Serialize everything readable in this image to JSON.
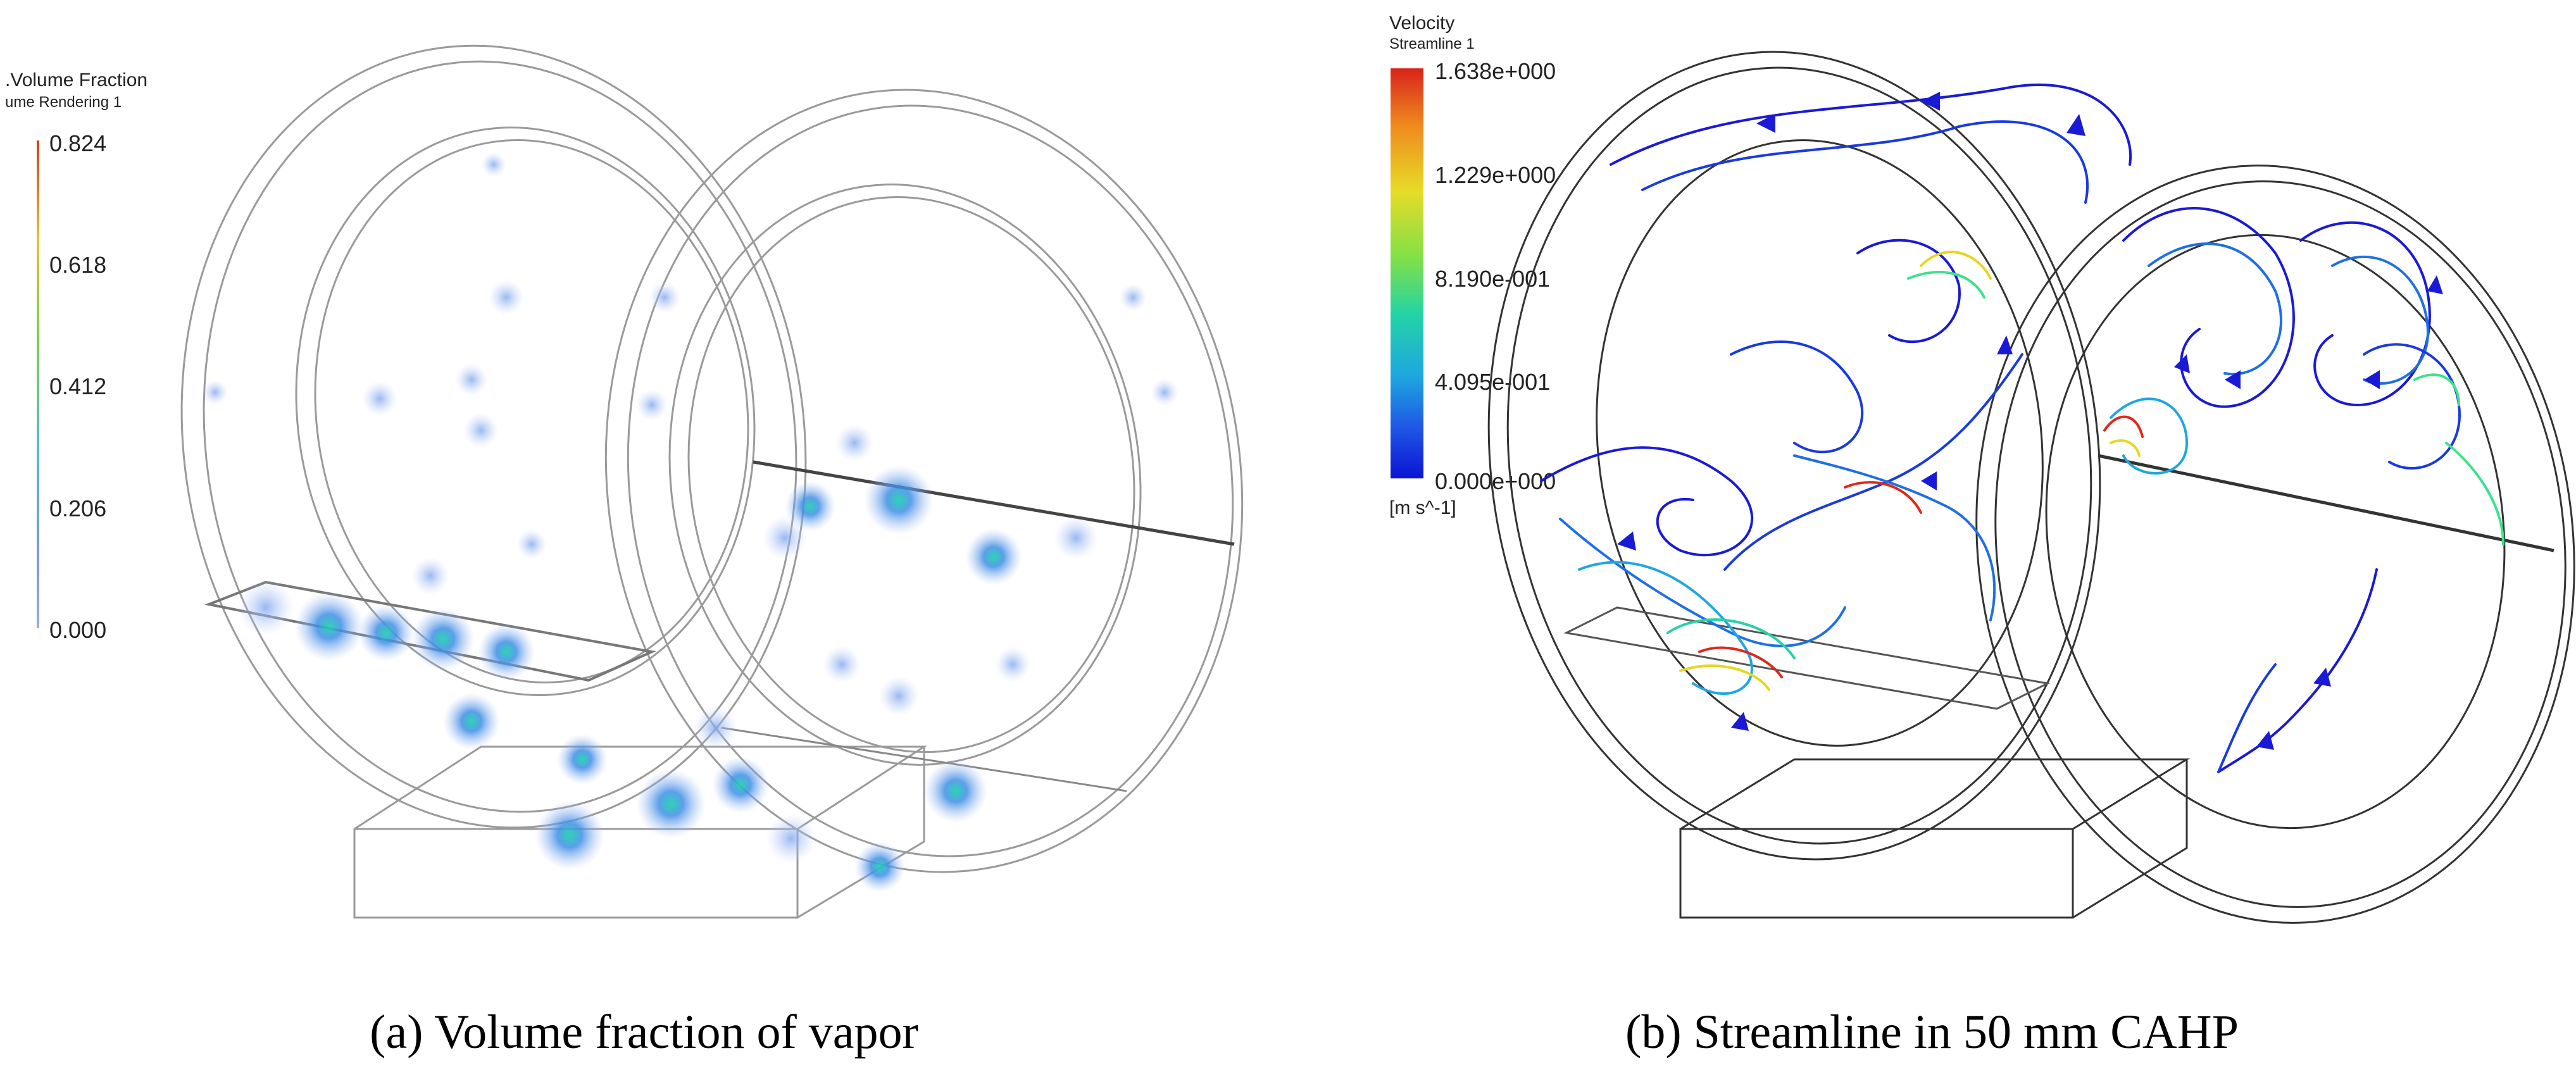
{
  "panel_a": {
    "legend_title": ".Volume Fraction",
    "legend_subtitle": "ume Rendering 1",
    "ticks": [
      "0.824",
      "0.618",
      "0.412",
      "0.206",
      "0.000"
    ],
    "caption": "(a) Volume fraction of vapor",
    "colors": {
      "outline": "#8a8a8a",
      "vapor_light": "#b9c8f3",
      "vapor_mid": "#5c8fe8",
      "vapor_core": "#22cdb9"
    }
  },
  "panel_b": {
    "legend_title": "Velocity",
    "legend_subtitle": "Streamline 1",
    "ticks": [
      "1.638e+000",
      "1.229e+000",
      "8.190e-001",
      "4.095e-001",
      "0.000e+000"
    ],
    "unit": "[m s^-1]",
    "caption": "(b) Streamline in 50 mm CAHP",
    "colors": {
      "outline": "#333333",
      "low": "#1a1ad6",
      "mid": "#16b4e6",
      "mid2": "#3be38a",
      "high": "#e8d61f",
      "max": "#e0281a"
    }
  }
}
